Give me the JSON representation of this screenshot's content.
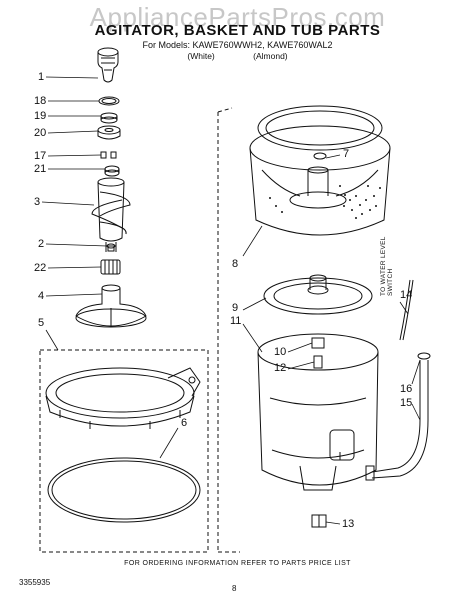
{
  "watermark": "AppliancePartsPros.com",
  "title": "AGITATOR, BASKET AND TUB PARTS",
  "models_line": "For Models: KAWE760WWH2, KAWE760WAL2",
  "variants": [
    "(White)",
    "(Almond)"
  ],
  "side_note": "TO WATER LEVEL SWITCH",
  "footer_note": "FOR ORDERING INFORMATION REFER TO PARTS PRICE LIST",
  "doc_number": "3355935",
  "page_number": "8",
  "callouts": [
    "1",
    "18",
    "19",
    "20",
    "17",
    "21",
    "3",
    "2",
    "22",
    "4",
    "5",
    "6",
    "7",
    "8",
    "9",
    "11",
    "10",
    "12",
    "14",
    "16",
    "15",
    "13"
  ]
}
